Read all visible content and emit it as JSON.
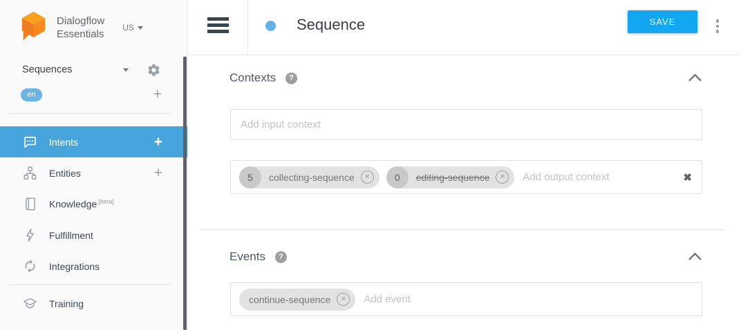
{
  "brand": {
    "line1": "Dialogflow",
    "line2": "Essentials",
    "region": "US"
  },
  "sidebar": {
    "agent": {
      "label": "Sequences"
    },
    "language": {
      "current": "en",
      "add_label": "+"
    },
    "items": [
      {
        "label": "Intents",
        "action": "+",
        "selected": true
      },
      {
        "label": "Entities",
        "action": "+"
      },
      {
        "label": "Knowledge",
        "badge": "[beta]"
      },
      {
        "label": "Fulfillment"
      },
      {
        "label": "Integrations"
      },
      {
        "label": "Training"
      }
    ]
  },
  "header": {
    "title": "Sequence",
    "save_label": "SAVE"
  },
  "sections": {
    "contexts": {
      "title": "Contexts",
      "input_placeholder": "Add input context",
      "output_placeholder": "Add output context",
      "output_chips": [
        {
          "count": "5",
          "label": "collecting-sequence",
          "strikethrough": false
        },
        {
          "count": "0",
          "label": "editing-sequence",
          "strikethrough": true
        }
      ]
    },
    "events": {
      "title": "Events",
      "placeholder": "Add event",
      "chips": [
        {
          "label": "continue-sequence"
        }
      ]
    }
  },
  "icons": {
    "help_glyph": "?",
    "remove_glyph": "✕",
    "clear_glyph": "✖"
  },
  "colors": {
    "selected_blue": "#47a5dc",
    "save_blue": "#12a7f0",
    "language_pill_blue": "#6cb4e4",
    "title_dot_blue": "#64b1e8",
    "logo_orange_top": "#faa21e",
    "logo_orange_dark": "#f07d1f",
    "logo_orange_mid": "#f58a1f",
    "icon_gray": "#9aa0a6"
  }
}
